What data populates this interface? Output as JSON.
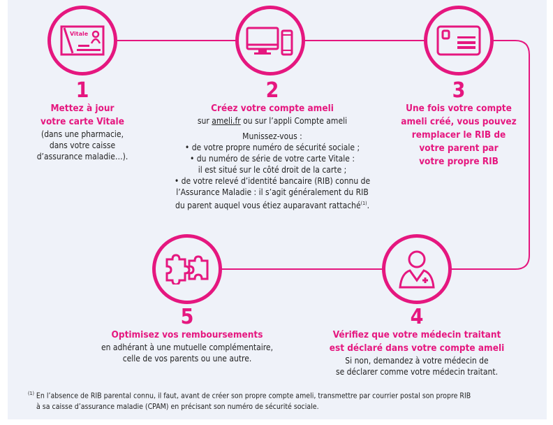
{
  "colors": {
    "accent": "#e5177f",
    "background": "#eff2f9"
  },
  "steps": [
    {
      "number": "1",
      "icon": "vitale-card-icon",
      "card_label": "Vitale",
      "title_lines": [
        "Mettez à jour",
        "votre carte Vitale"
      ],
      "desc_lines": [
        "(dans une pharmacie,",
        "dans votre caisse",
        "d’assurance maladie…)."
      ]
    },
    {
      "number": "2",
      "icon": "computer-phone-icon",
      "title": "Créez votre compte ameli",
      "sub_prefix": "sur ",
      "sub_link": "ameli.fr",
      "sub_suffix": " ou sur l’appli Compte ameli",
      "intro": "Munissez-vous :",
      "bullets": [
        [
          "• de votre propre numéro de sécurité sociale ;"
        ],
        [
          "• du numéro de série de votre carte Vitale :",
          "il est situé sur le côté droit de la carte ;"
        ],
        [
          "• de votre relevé d’identité bancaire (RIB) connu de",
          "l’Assurance Maladie : il s’agit généralement du RIB",
          "du parent auquel vous étiez auparavant rattaché"
        ]
      ],
      "footnote_ref": "(1)",
      "end": "."
    },
    {
      "number": "3",
      "icon": "bank-card-icon",
      "title_lines": [
        "Une fois votre compte",
        "ameli créé, vous pouvez",
        "remplacer le RIB de",
        "votre parent par",
        "votre propre RIB"
      ]
    },
    {
      "number": "4",
      "icon": "doctor-icon",
      "title_lines": [
        "Vérifiez que votre médecin traitant",
        "est déclaré dans votre compte ameli"
      ],
      "desc_lines": [
        "Si non, demandez à votre médecin de",
        "se déclarer comme votre médecin traitant."
      ]
    },
    {
      "number": "5",
      "icon": "puzzle-icon",
      "title_lines": [
        "Optimisez vos remboursements"
      ],
      "desc_lines": [
        "en adhérant à une mutuelle complémentaire,",
        "celle de vos parents ou une autre."
      ]
    }
  ],
  "footnote": {
    "marker": "(1)",
    "lines": [
      "En l’absence de RIB parental connu, il faut, avant de créer son propre compte ameli, transmettre par courrier postal son propre RIB",
      "à sa caisse d’assurance maladie (CPAM) en précisant son numéro de sécurité sociale."
    ]
  }
}
